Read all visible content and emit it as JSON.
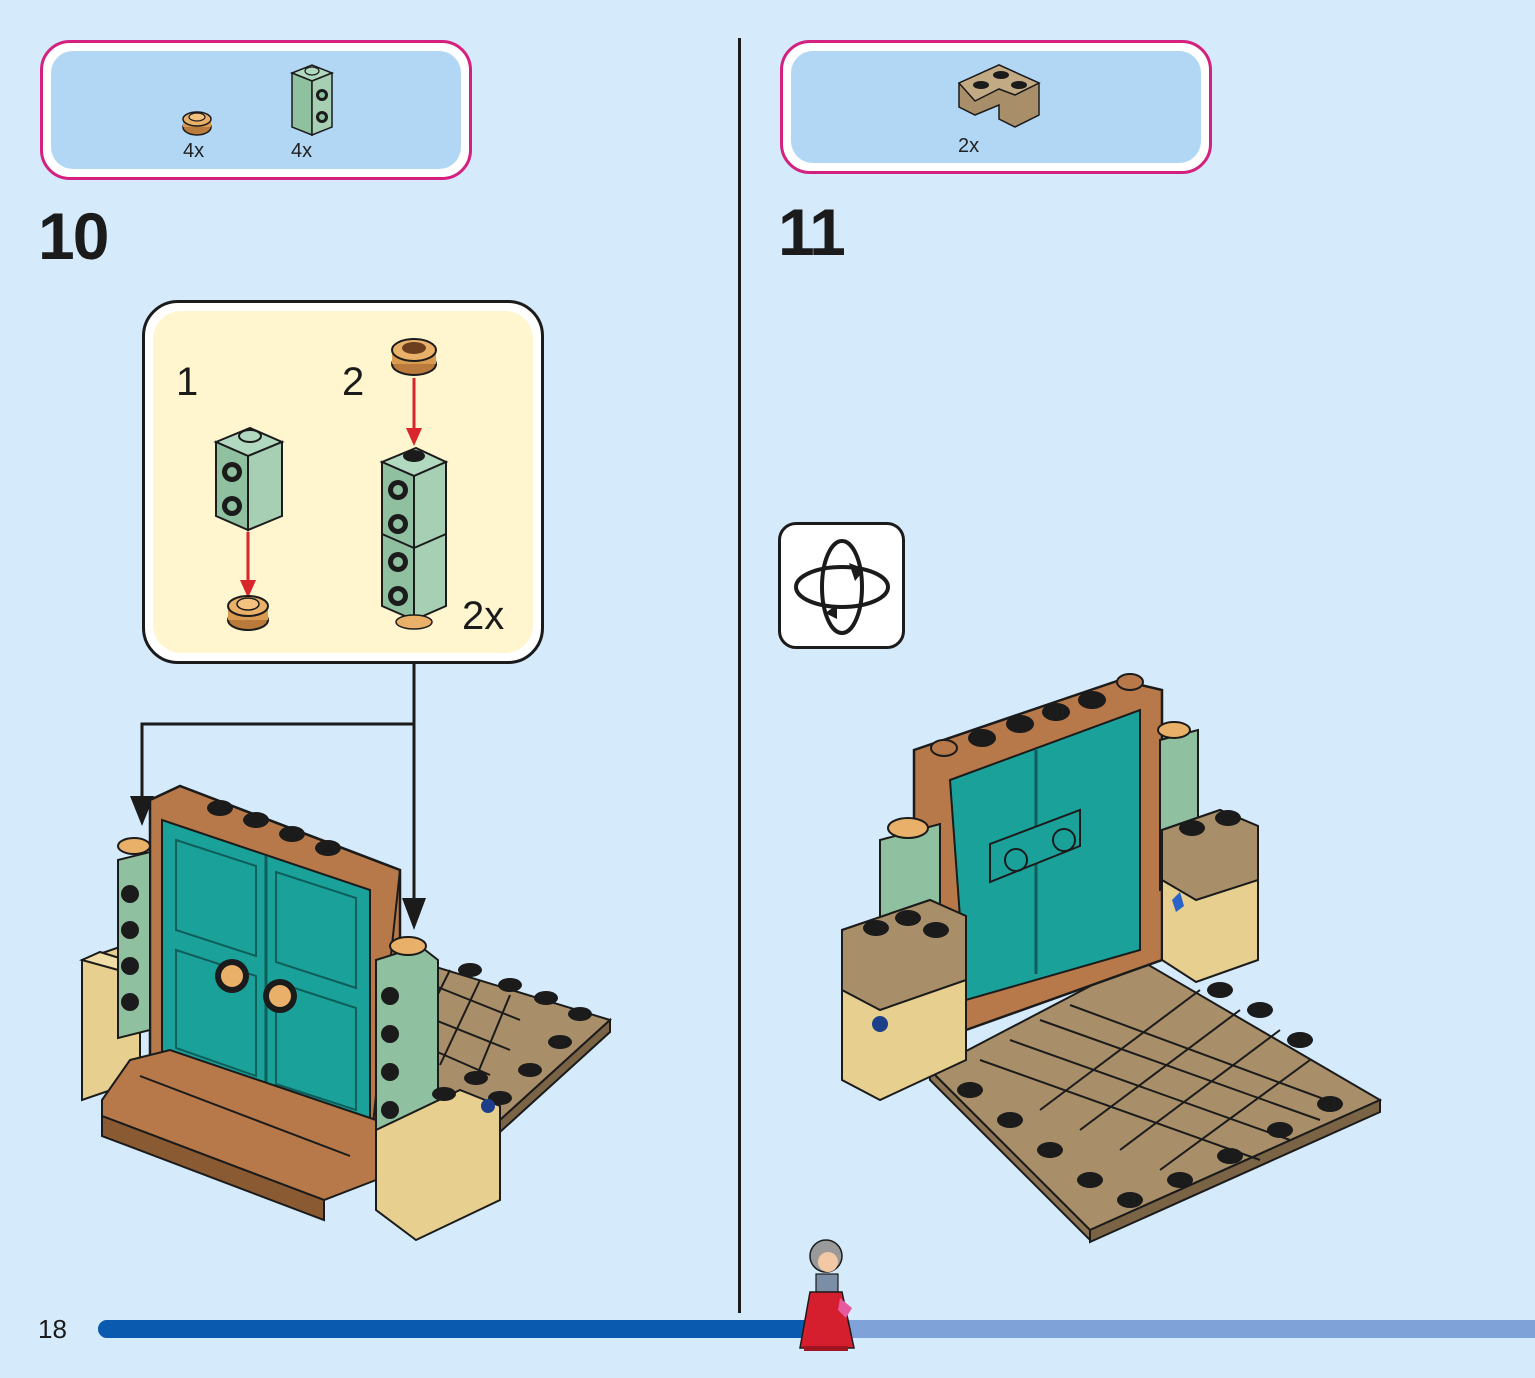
{
  "page": {
    "number": "18"
  },
  "progress": {
    "fraction": 0.52
  },
  "step10": {
    "number": "10",
    "parts": [
      {
        "icon": "round-plate-1x1-icon",
        "quantity": "4x",
        "color": "#d99a52"
      },
      {
        "icon": "brick-1x1-side-studs-icon",
        "quantity": "4x",
        "color": "#8fc1a0"
      }
    ],
    "sub_assembly": {
      "substeps": [
        {
          "label": "1"
        },
        {
          "label": "2"
        }
      ],
      "multiplier": "2x"
    }
  },
  "step11": {
    "number": "11",
    "parts": [
      {
        "icon": "corner-plate-2x2-icon",
        "quantity": "2x",
        "color": "#a88f69"
      }
    ],
    "rotate_icon": "rotate-model-icon"
  },
  "colors": {
    "background": "#d5eafb",
    "parts_border": "#d4207e",
    "parts_fill": "#b2d7f5",
    "subassembly_fill": "#fff5cf",
    "door_teal": "#1aa29a",
    "frame_brown": "#b7794a",
    "stud_black": "#1b1b1b",
    "sand_green": "#8fc1a0",
    "tan": "#e6cf8f",
    "dark_tan": "#a88f69",
    "arrow_red": "#d9252c",
    "progress_fill": "#0a5bb0",
    "progress_track": "#7fa3d9"
  }
}
